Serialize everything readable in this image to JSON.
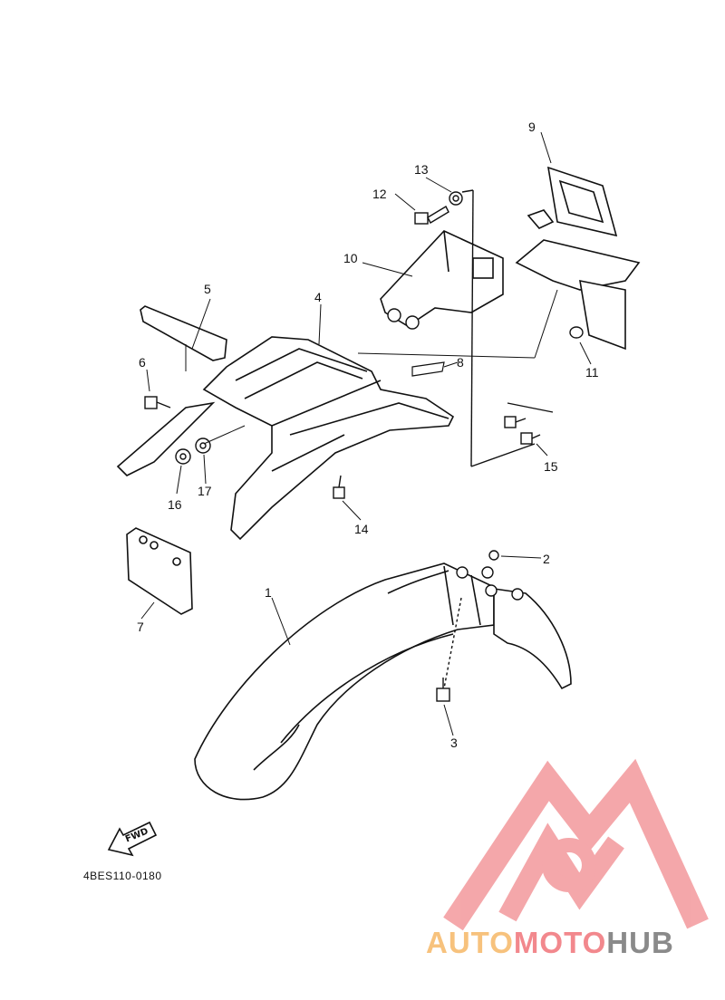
{
  "callouts": [
    "1",
    "2",
    "3",
    "4",
    "5",
    "6",
    "7",
    "8",
    "9",
    "10",
    "11",
    "12",
    "13",
    "14",
    "15",
    "16",
    "17"
  ],
  "direction_label": "FWD",
  "diagram_code": "4BES110-0180",
  "watermark": {
    "parts": [
      "AUTO",
      "MOTO",
      "HUB"
    ],
    "colors": {
      "auto": "#f7c27d",
      "moto": "#f2888d",
      "hub": "#8a8a8a",
      "logo": "#f4a3a6"
    }
  }
}
